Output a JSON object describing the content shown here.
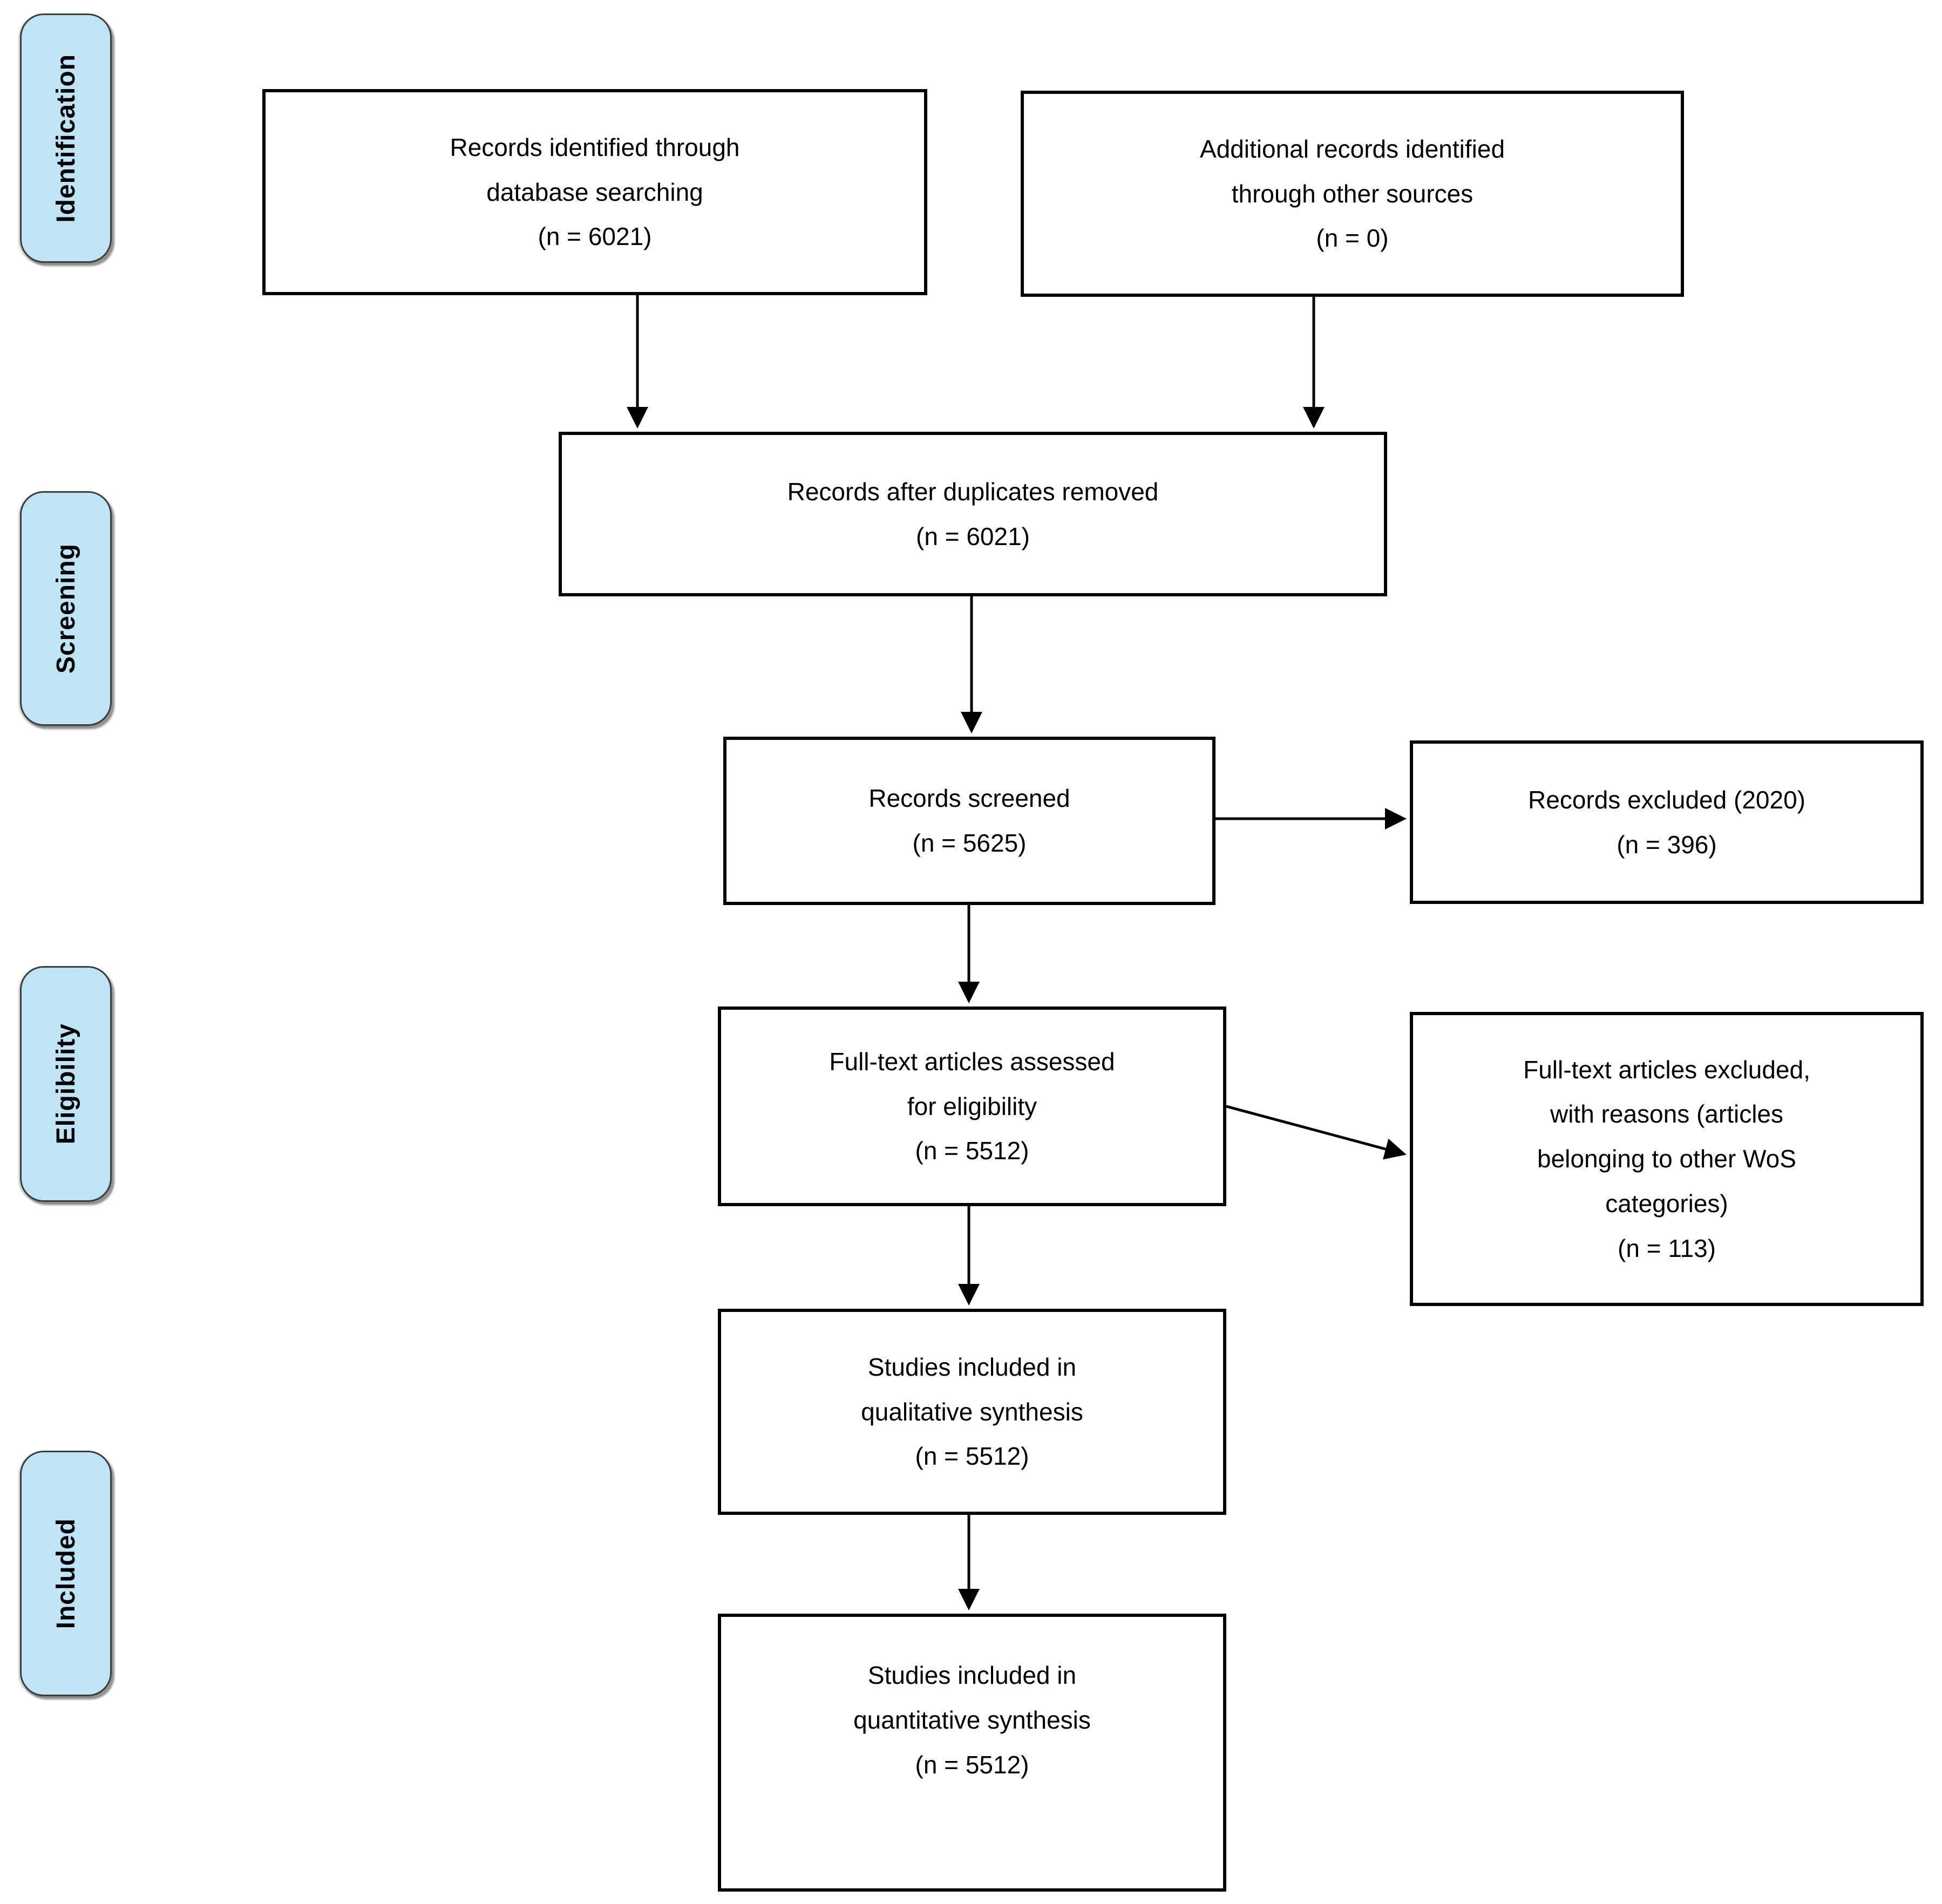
{
  "diagram": {
    "type": "prisma-flow-diagram",
    "colors": {
      "stage_fill": "#bee4f5",
      "stage_border": "#3c3c3c",
      "box_fill": "#ffffff",
      "box_border": "#000000",
      "arrow": "#000000"
    },
    "stages": [
      {
        "id": "identification",
        "label": "Identification"
      },
      {
        "id": "screening",
        "label": "Screening"
      },
      {
        "id": "eligibility",
        "label": "Eligibility"
      },
      {
        "id": "included",
        "label": "Included"
      }
    ],
    "boxes": [
      {
        "id": "records-identified",
        "text": "Records identified through\ndatabase searching\n(n = 6021)"
      },
      {
        "id": "additional-records",
        "text": "Additional records identified\nthrough other sources\n(n = 0)"
      },
      {
        "id": "after-duplicates",
        "text": "Records after duplicates removed\n(n = 6021)"
      },
      {
        "id": "records-screened",
        "text": "Records screened\n(n = 5625)"
      },
      {
        "id": "records-excluded",
        "text": "Records excluded (2020)\n(n = 396)"
      },
      {
        "id": "fulltext-assessed",
        "text": "Full-text articles assessed\nfor eligibility\n(n = 5512)"
      },
      {
        "id": "fulltext-excluded",
        "text": "Full-text articles excluded,\nwith reasons (articles\nbelonging to other WoS\ncategories)\n(n = 113)"
      },
      {
        "id": "qualitative",
        "text": "Studies included in\nqualitative synthesis\n(n = 5512)"
      },
      {
        "id": "quantitative",
        "text": "Studies included in\nquantitative synthesis\n(n = 5512)"
      }
    ]
  }
}
